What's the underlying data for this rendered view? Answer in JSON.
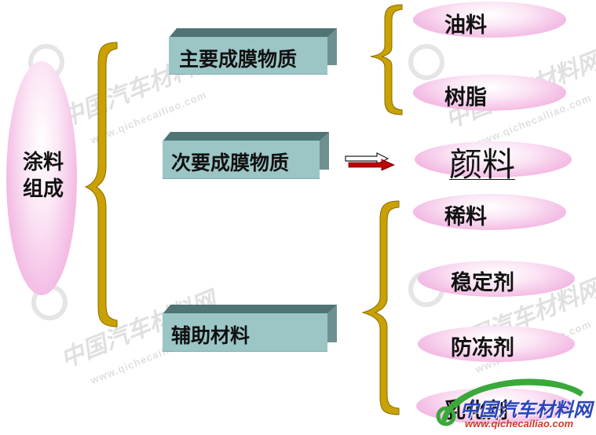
{
  "root_label": "涂料组成",
  "root_lines": [
    "涂料",
    "组成"
  ],
  "categories": {
    "primary": "主要成膜物质",
    "secondary": "次要成膜物质",
    "auxiliary": "辅助材料"
  },
  "primary_items": [
    "油料",
    "树脂"
  ],
  "secondary_items": [
    "颜料"
  ],
  "auxiliary_items": [
    "稀料",
    "稳定剂",
    "防冻剂",
    "乳化剂"
  ],
  "watermark": {
    "logo_text": "中国汽车材料网",
    "url_text": "www.qichecailiao.com"
  },
  "colors": {
    "brace": "#c9a100",
    "box_face": "#9cc6c6",
    "box_top": "#4f7474",
    "ellipse": "#f3b8e3",
    "arrow_red": "#c00000"
  }
}
